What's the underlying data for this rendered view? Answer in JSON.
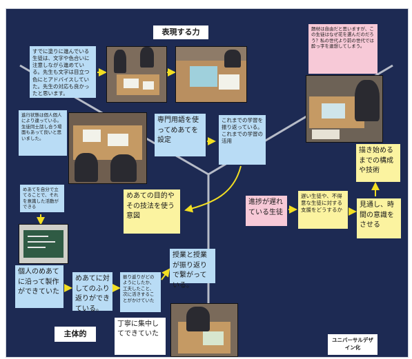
{
  "titles": {
    "expression": "表現する力",
    "proactive": "主体的",
    "ud": "ユニバーサルデザイン化"
  },
  "notes": {
    "n1": "すでに塗りに進んでいる生徒は、文字や色合いに注意しながら進めている。先生も文字は目立つ色にとアドバイスしていた。先生の対応も良かったと思います。",
    "n2": "進行状態は個人個人により違っている。生徒同士話し合う場面もあって良いと思いました。",
    "n3": "専門用語を使ってめあてを設定",
    "n4": "これまでの学習を振り返っている。これまでの学習の活用",
    "n5": "めあての目的やその技法を使う意図",
    "n6": "題材は自由だと思いますが、この生徒はなぜ花を選んだのだろう？私の世代より前の世代では酔っ字を連想してしまう。",
    "n7": "描き始めるまでの構成や技術",
    "n8": "進捗が遅れている生徒",
    "n9": "遅い生徒や、不得意な生徒に対する支援をどうするか",
    "n10": "見通し、時間の意識をさせる",
    "n11": "めあてを自分で立てることで、それを意識した活動ができる",
    "n12": "個人のめあてに沿って製作ができていた",
    "n13": "めあてに対してのふり返りができている。",
    "n14": "振り返りがどのようにしたか、工夫したこと、次に活きすることがかけていた",
    "n15": "授業と授業が振り返りで繋がっている。",
    "n16": "丁寧に集中してできていた"
  },
  "colors": {
    "board": "#1d2a53",
    "branch": "#b7bcc8",
    "arrow": "#f2de23",
    "blue_note": "#b9dcf5",
    "pink_note": "#f7c9d7",
    "yellow_note": "#fbf3a0"
  }
}
